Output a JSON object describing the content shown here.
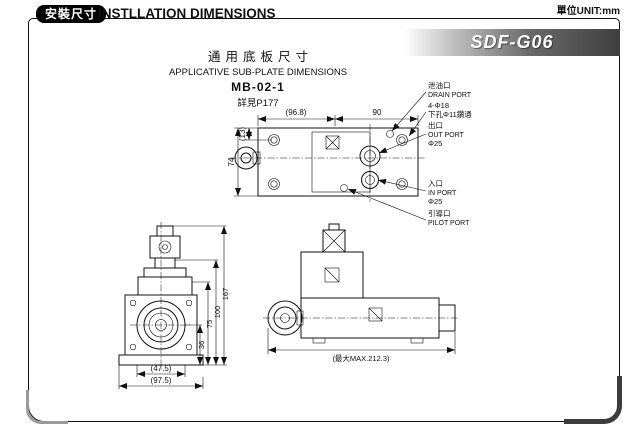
{
  "header": {
    "badge": "安裝尺寸",
    "title": "INSTLLATION DIMENSIONS",
    "unit": "單位UNIT:mm",
    "model": "SDF-G06"
  },
  "subtitle": {
    "cn": "通用底板尺寸",
    "en": "APPLICATIVE SUB-PLATE DIMENSIONS",
    "code": "MB-02-1",
    "ref": "詳見P177"
  },
  "top_view": {
    "dim_overall_width": "(96.8)",
    "dim_hole_width": "90",
    "dim_top_offset": "(13)",
    "dim_height": "74",
    "drain_cn": "泄油口",
    "drain_en": "DRAIN PORT",
    "holes_line1": "4-Φ18",
    "holes_line2": "下孔Φ11鑽通",
    "out_cn": "出口",
    "out_en": "OUT PORT",
    "out_dia": "Φ25",
    "in_cn": "入口",
    "in_en": "IN PORT",
    "in_dia": "Φ25",
    "pilot_cn": "引導口",
    "pilot_en": "PILOT PORT"
  },
  "front_view": {
    "dim_total_height": "167",
    "dim_height_100": "100",
    "dim_height_75": "75",
    "dim_height_36": "36",
    "dim_width_47_5": "(47.5)",
    "dim_width_97_5": "(97.5)"
  },
  "side_view": {
    "dim_max_length": "(最大MAX.212.3)"
  }
}
